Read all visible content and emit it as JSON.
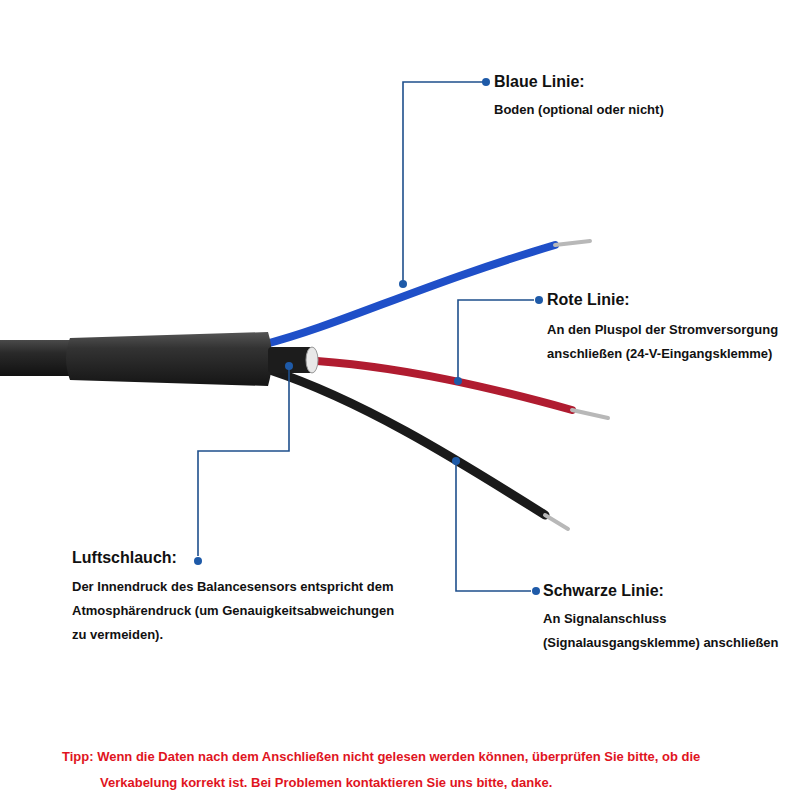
{
  "diagram": {
    "labels": [
      "Blaue Linie:",
      "Boden (optional oder nicht)",
      "Rote Linie:",
      "An den Pluspol der Stromversorgung anschließen (24-V-Eingangsklemme)",
      "Luftschlauch:",
      "Der Innendruck des Balancesensors entspricht dem Atmosphärendruck (um Genauigkeitsabweichungen zu vermeiden).",
      "Schwarze Linie:",
      "An Signalanschluss (Signalausgangsklemme) anschließen",
      "Tipp: Wenn die Daten nach dem Anschließen nicht gelesen werden können, überprüfen Sie bitte, ob die Verkabelung korrekt ist. Bei Problemen kontaktieren Sie uns bitte, danke."
    ]
  }
}
